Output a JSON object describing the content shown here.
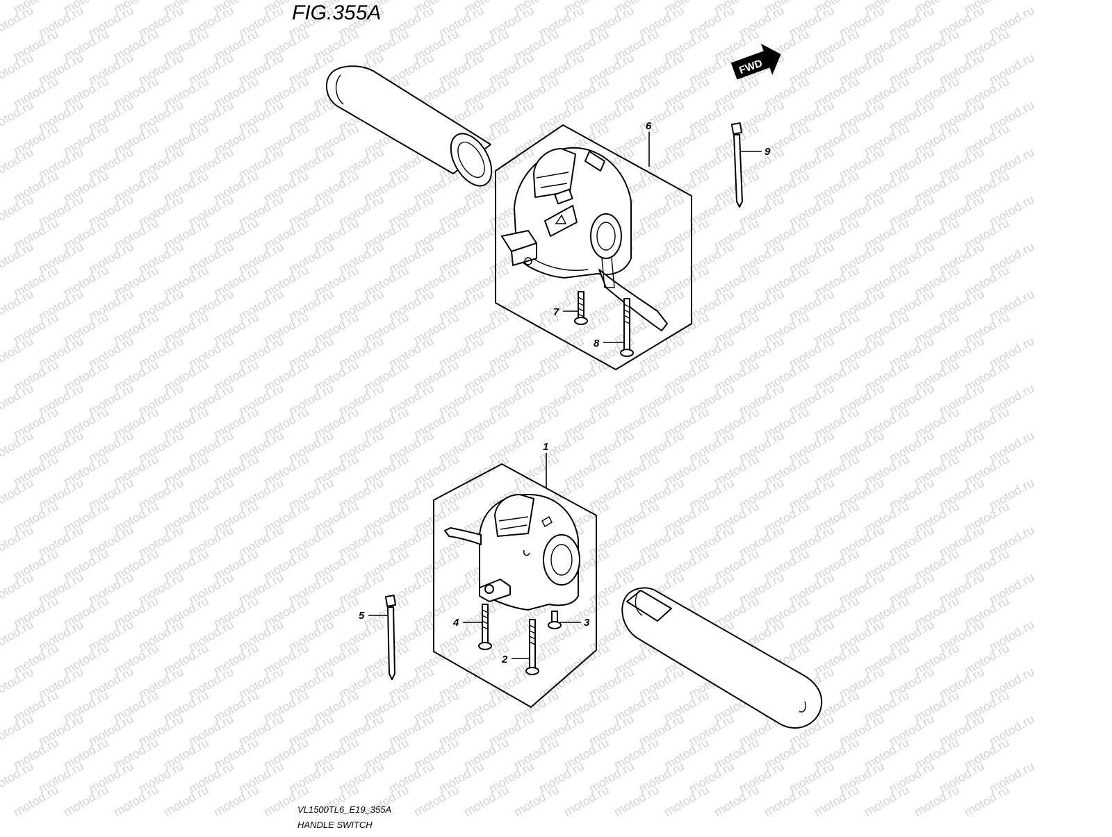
{
  "figure": {
    "title": "FIG.355A",
    "fwd_label": "FWD",
    "model_code": "VL1500TL6_E19_355A",
    "caption": "HANDLE SWITCH",
    "watermark": "motod.ru"
  },
  "callouts": {
    "c1": "1",
    "c2": "2",
    "c3": "3",
    "c4": "4",
    "c5": "5",
    "c6": "6",
    "c7": "7",
    "c8": "8",
    "c9": "9"
  }
}
